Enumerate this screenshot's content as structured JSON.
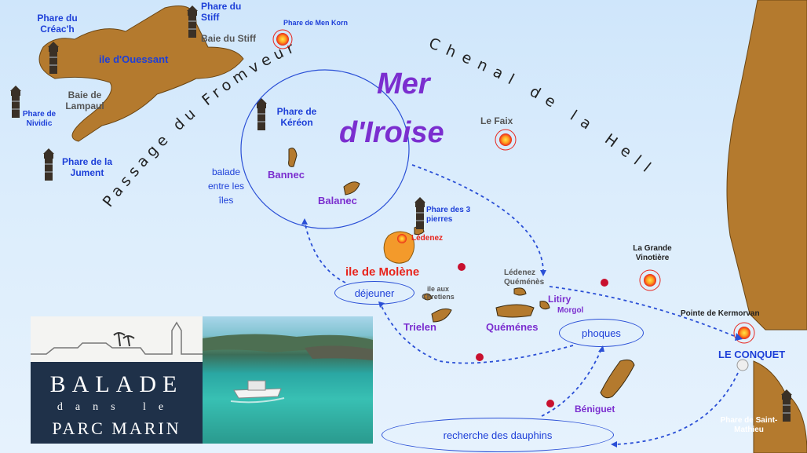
{
  "title": {
    "line1": "Mer",
    "line2": "d'Iroise"
  },
  "passages": {
    "fromveur": "Passage du Fromveur",
    "helle": "Chenal de la Helle"
  },
  "places": {
    "phare_creach": "Phare du Créac'h",
    "phare_stiff": "Phare du Stiff",
    "baie_stiff": "Baie du Stiff",
    "phare_men_korn": "Phare de Men Korn",
    "ile_ouessant": "ile d'Ouessant",
    "baie_lampaul": "Baie de Lampaul",
    "phare_nividic": "Phare de Nividic",
    "phare_jument": "Phare de la Jument",
    "phare_kereon": "Phare de Kéréon",
    "bannec": "Bannec",
    "balanec": "Balanec",
    "le_faix": "Le Faix",
    "phare_3_pierres": "Phare des 3 pierres",
    "ledenez_molene": "Lédenez",
    "ile_molene": "ile de Molène",
    "ledenez_quemenes": "Lédenez Quéménès",
    "la_grande_vinotiere": "La Grande Vinotière",
    "pointe_kermorvan": "Pointe de Kermorvan",
    "le_conquet": "LE CONQUET",
    "litiry": "Litiry",
    "morgol": "Morgol",
    "quemenes": "Quéménes",
    "ile_aux_chretiens": "ile aux Chretiens",
    "trielen": "Trielen",
    "beniguet": "Béniguet",
    "phare_saint_mathieu": "Phare de Saint-Mathieu"
  },
  "route": {
    "balade": "balade entre les îles",
    "dejeuner": "déjeuner",
    "phoques": "phoques",
    "dauphins": "recherche des dauphins"
  },
  "logo": {
    "line1": "BALADE",
    "line2": "dans le",
    "line3": "PARC MARIN"
  },
  "colors": {
    "sea": "#dcedfc",
    "land": "#b47a2e",
    "molene": "#f39a2b",
    "route": "#2a4fd6",
    "title": "#7b2ecf"
  }
}
